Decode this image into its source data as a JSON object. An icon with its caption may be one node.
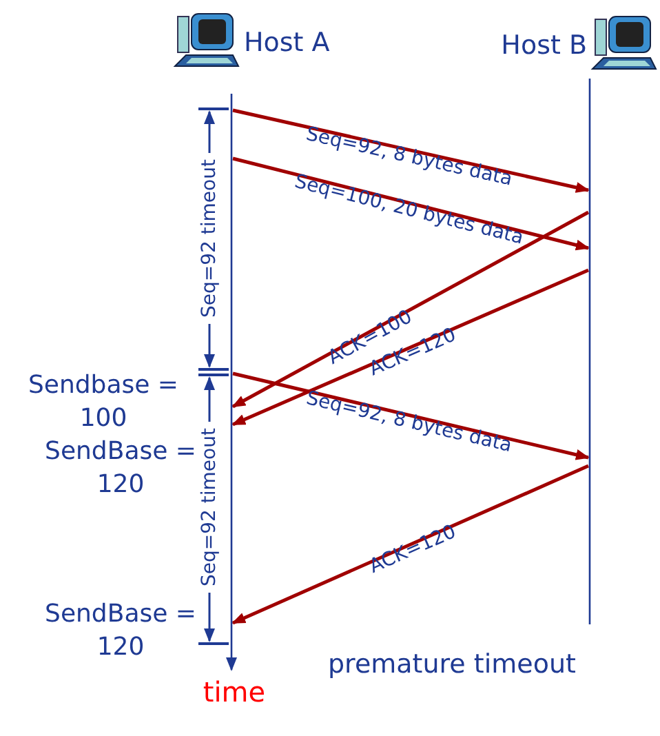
{
  "diagram": {
    "caption": "premature timeout",
    "nodes": [
      {
        "text": [
          "Host A"
        ]
      },
      {
        "text": [
          "Host B"
        ]
      }
    ],
    "edges": [
      {
        "from": 0,
        "to": 1,
        "arrow": "to",
        "label": "Seq=92, 8 bytes data"
      },
      {
        "from": 0,
        "to": 1,
        "arrow": "to",
        "label": "Seq=100, 20 bytes data"
      },
      {
        "from": 1,
        "to": 0,
        "arrow": "to",
        "label": "ACK=100"
      },
      {
        "from": 1,
        "to": 0,
        "arrow": "to",
        "label": "ACK=120"
      },
      {
        "from": 0,
        "to": 1,
        "arrow": "to",
        "label": "Seq=92, 8 bytes data"
      },
      {
        "from": 1,
        "to": 0,
        "arrow": "to",
        "label": "ACK=120"
      }
    ],
    "labels": [
      "Seq=92 timeout",
      "Sendbase = 100",
      "SendBase = 120",
      "Seq=92 timeout",
      "SendBase = 120",
      "time"
    ]
  }
}
